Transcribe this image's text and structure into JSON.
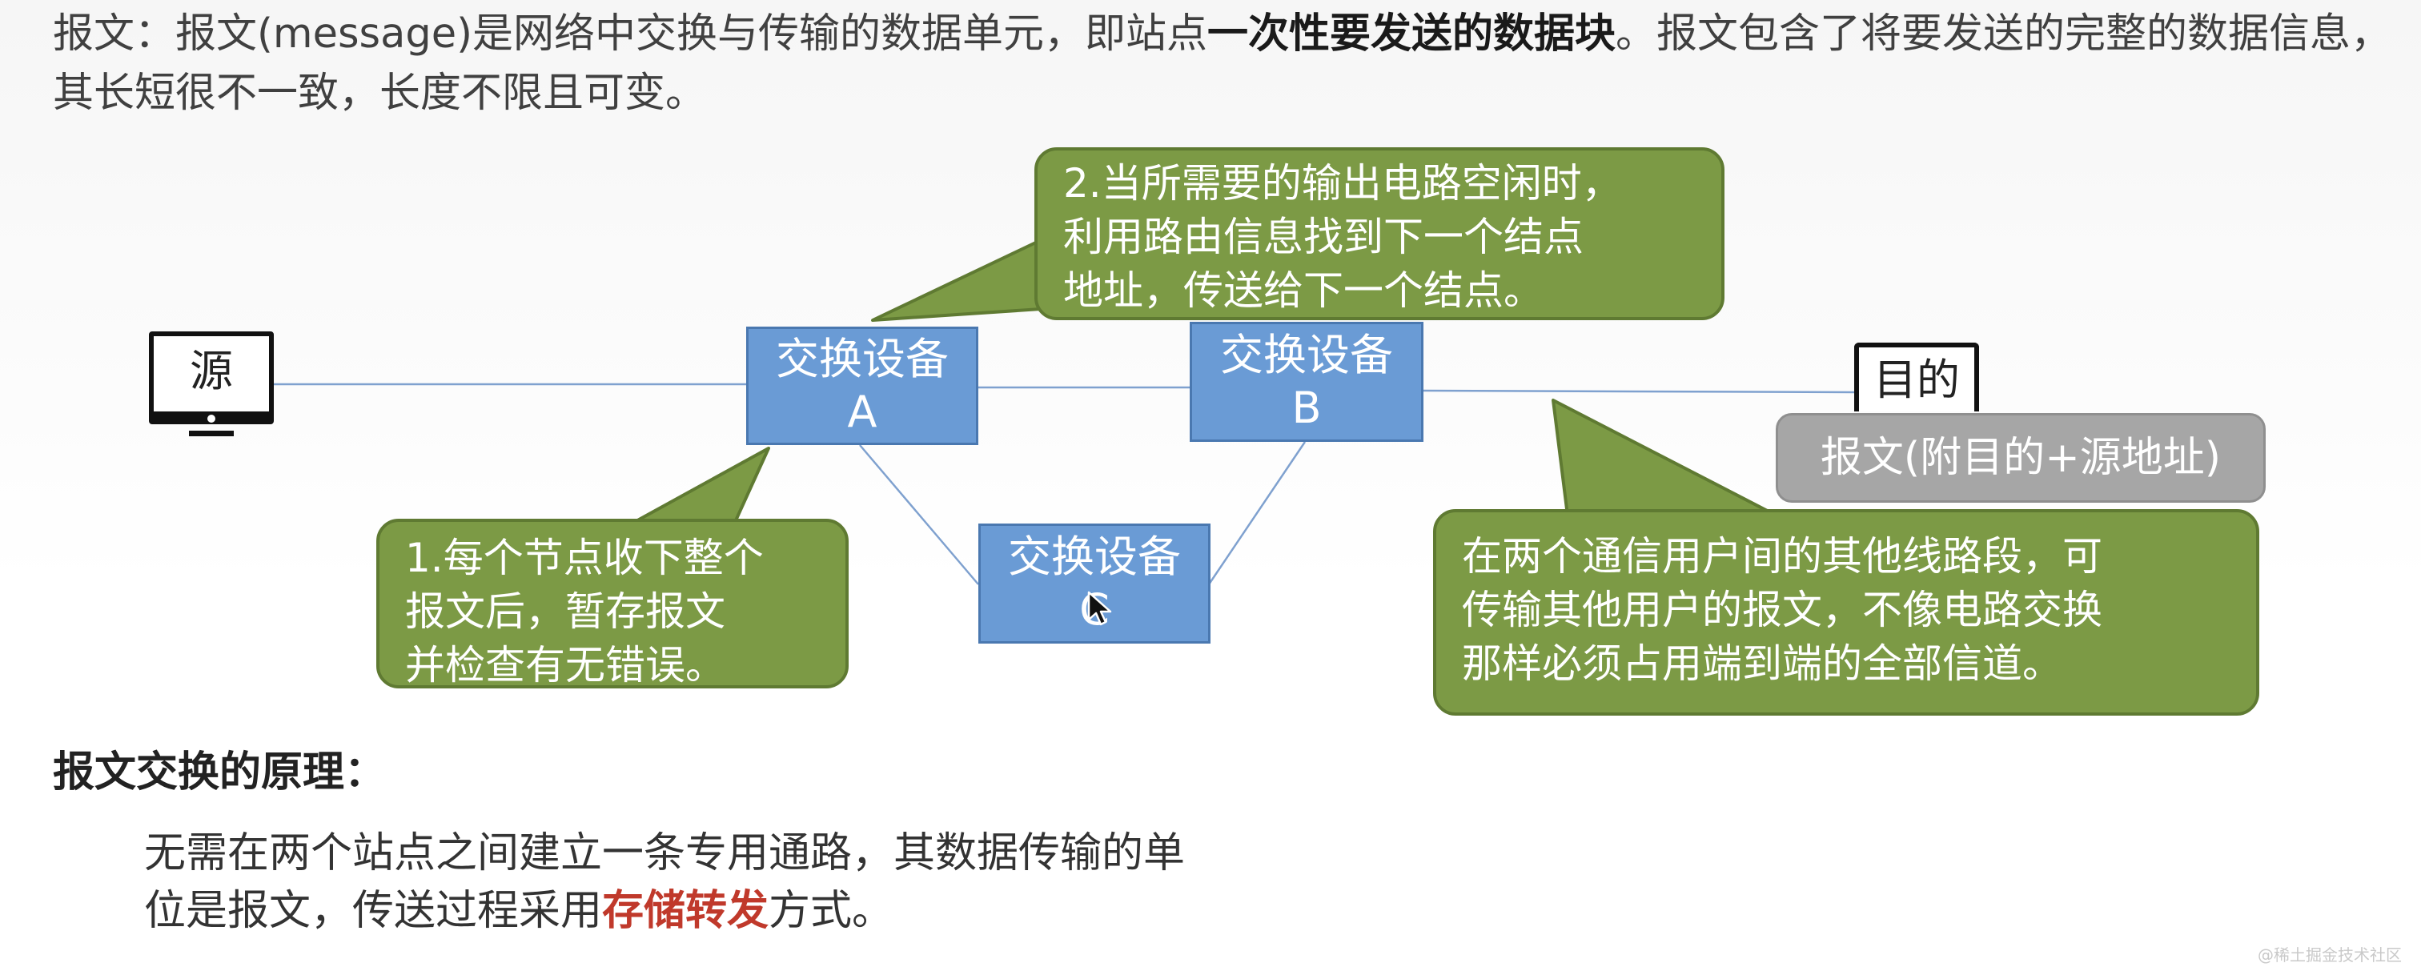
{
  "intro": {
    "part1": "报文：报文(message)是网络中交换与传输的数据单元，即站点",
    "emphasis": "一次性要发送的数据块",
    "part2": "。报文包含了将要发送的完整的数据信息，其长短很不一致，长度不限且可变。"
  },
  "nodes": {
    "source": "源",
    "switch_a": {
      "line1": "交换设备",
      "line2": "A"
    },
    "switch_b": {
      "line1": "交换设备",
      "line2": "B"
    },
    "switch_c": {
      "line1": "交换设备",
      "line2": "C"
    },
    "destination": "目的"
  },
  "message_tag": "报文(附目的+源地址)",
  "callouts": {
    "step1": [
      "1.每个节点收下整个",
      "报文后，暂存报文",
      "并检查有无错误。"
    ],
    "step2": [
      "2.当所需要的输出电路空闲时，",
      "利用路由信息找到下一个结点",
      "地址，传送给下一个结点。"
    ],
    "note": [
      "在两个通信用户间的其他线路段，可",
      "传输其他用户的报文，不像电路交换",
      "那样必须占用端到端的全部信道。"
    ]
  },
  "principle": {
    "heading": "报文交换的原理：",
    "line1": "无需在两个站点之间建立一条专用通路，其数据传输的单",
    "line2_before": "位是报文，传送过程采用",
    "line2_highlight": "存储转发",
    "line2_after": "方式。"
  },
  "watermark": "@稀土掘金技术社区",
  "colors": {
    "switch_box": "#6a9bd5",
    "callout": "#7c9a45",
    "message_tag": "#a6a6a6",
    "highlight": "#c0392b",
    "link_line": "#7fa1cf"
  }
}
